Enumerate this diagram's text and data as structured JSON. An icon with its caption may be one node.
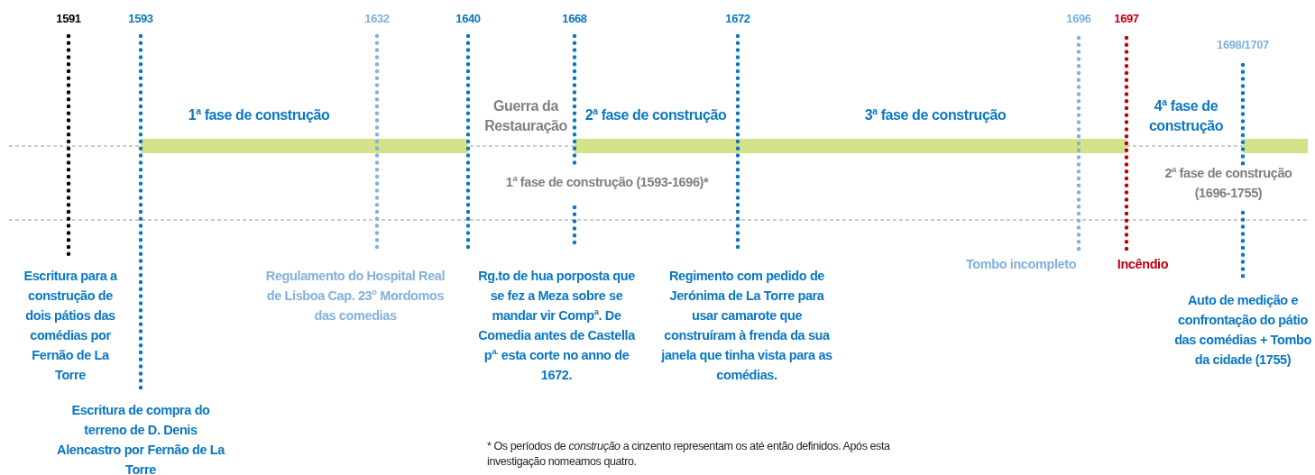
{
  "diagram": {
    "nodes": [
      {
        "text": [],
        "shape": "bar"
      },
      {
        "text": [],
        "shape": "bar"
      },
      {
        "text": [],
        "shape": "bar"
      }
    ],
    "labels": [
      "1591",
      "1593",
      "1632",
      "1640",
      "1668",
      "1672",
      "1696",
      "1697",
      "1698/1707",
      "1$^{a}$ fase de construção",
      "Guerra da Restauração",
      "2$^{a}$ fase de construção",
      "3$^{a}$ fase de construção",
      "4$^{a}$ fase de construção",
      "1$^{a}$ fase de construção (1593-1696)*",
      "2$^{a}$ fase de construção (1696-1755)",
      "Escritura para a construção de dois pátios das comédias por Fernão de La Torre",
      "Regulamento do Hospital Real de Lisboa Cap. 23$^{o}$ Mordomos das comedias",
      "Rg.to de hua porposta que se fez a Meza sobre se mandar vir Comp$^{a}$. De Comedia antes de Castella p$^{a.}$ esta corte no anno de 1672.",
      "Regimento com pedido de Jerónima de La Torre para usar camarote que construíram à frenda da sua janela que tinha vista para as comédias.",
      "Tombo incompleto",
      "Incêndio",
      "Auto de medição e confrontação do pátio das comédias + Tombo da cidade (1755)",
      "Escritura de compra do terreno de D. Denis Alencastro por Fernão de La Torre",
      "* Os períodos de *construção* a cinzento representam os até então definidos. Após esta investigação nomeamos quatro."
    ]
  }
}
